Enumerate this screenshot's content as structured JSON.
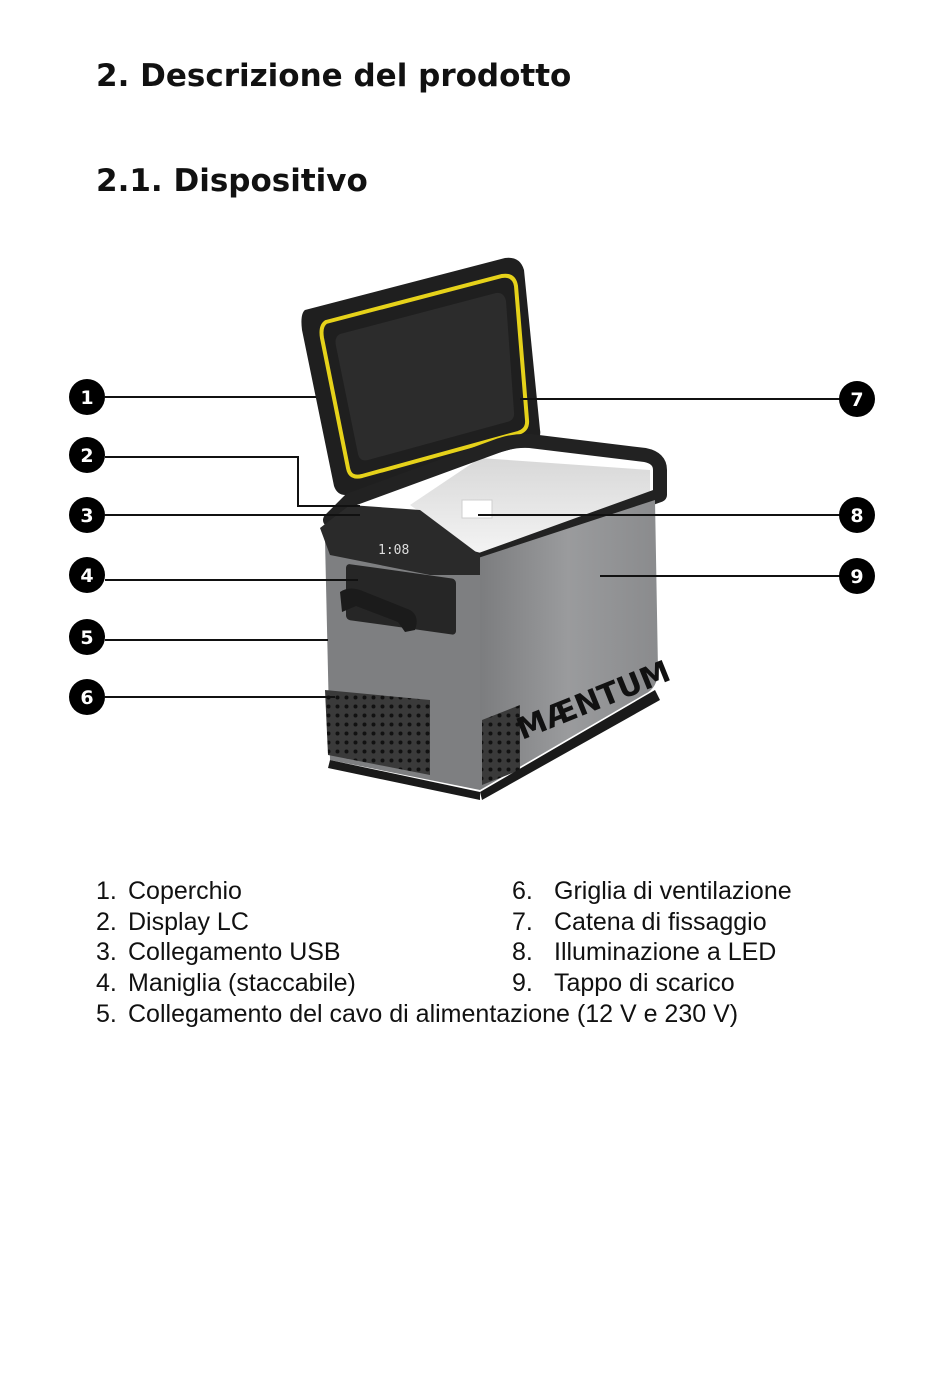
{
  "heading": "2. Descrizione del prodotto",
  "subheading": "2.1. Dispositivo",
  "brand_logo": "MÆNTUM",
  "callouts": [
    "1",
    "2",
    "3",
    "4",
    "5",
    "6",
    "7",
    "8",
    "9"
  ],
  "display_readout": "1:08",
  "legend_left": [
    {
      "num": "1.",
      "label": "Coperchio"
    },
    {
      "num": "2.",
      "label": "Display LC"
    },
    {
      "num": "3.",
      "label": "Collegamento USB"
    },
    {
      "num": "4.",
      "label": "Maniglia (staccabile)"
    }
  ],
  "legend_right": [
    {
      "num": "6.",
      "label": "Griglia di ventilazione"
    },
    {
      "num": "7.",
      "label": "Catena di fissaggio"
    },
    {
      "num": "8.",
      "label": "Illuminazione a LED"
    },
    {
      "num": "9.",
      "label": "Tappo di scarico"
    }
  ],
  "legend_full": {
    "num": "5.",
    "label": "Collegamento del cavo di alimentazione (12 V e 230 V)"
  },
  "colors": {
    "lid_seal": "#e6d21a",
    "body_gray": "#8f9092",
    "dark_trim": "#262626",
    "callout_fill": "#000000"
  }
}
